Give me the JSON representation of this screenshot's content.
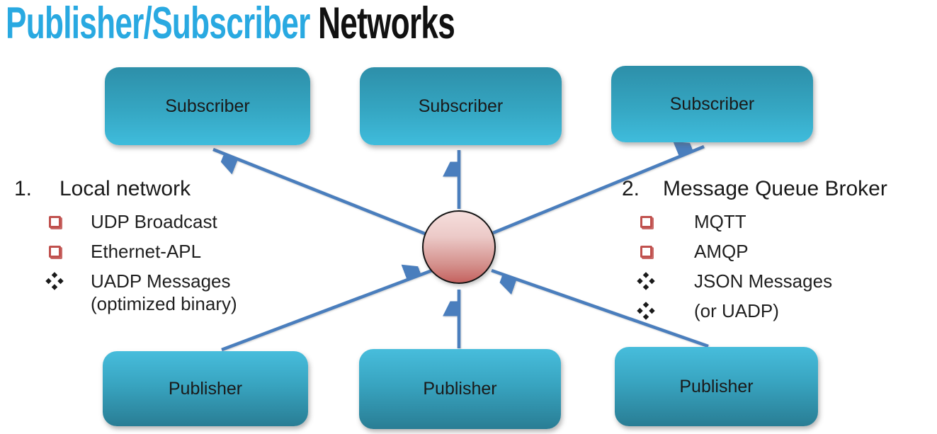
{
  "title": {
    "highlight": "Publisher/Subscriber ",
    "rest": "Networks"
  },
  "colors": {
    "title_highlight": "#29a9e1",
    "title_rest": "#111111",
    "subscriber_gradient_top": "#2d8fa9",
    "subscriber_gradient_bottom": "#3fbcdc",
    "publisher_gradient_top": "#47bddc",
    "publisher_gradient_bottom": "#297d94",
    "arrow": "#4a7ebd",
    "hub_gradient_top": "#f5dedc",
    "hub_gradient_bottom": "#c5625f",
    "square_bullet": "#c0504d",
    "diamond_bullet": "#1a1a1a"
  },
  "nodes": {
    "subscribers": [
      "Subscriber",
      "Subscriber",
      "Subscriber"
    ],
    "publishers": [
      "Publisher",
      "Publisher",
      "Publisher"
    ],
    "hub": "message-broker-circle"
  },
  "lists": {
    "left": {
      "number": "1.",
      "title": "Local network",
      "items": [
        {
          "marker": "square",
          "text": "UDP Broadcast"
        },
        {
          "marker": "square",
          "text": "Ethernet-APL"
        },
        {
          "marker": "diamond",
          "text": "UADP Messages"
        },
        {
          "marker": "none",
          "text": "(optimized binary)"
        }
      ]
    },
    "right": {
      "number": "2.",
      "title": "Message Queue Broker",
      "items": [
        {
          "marker": "square",
          "text": "MQTT"
        },
        {
          "marker": "square",
          "text": "AMQP"
        },
        {
          "marker": "diamond",
          "text": "JSON Messages"
        },
        {
          "marker": "diamond",
          "text": "(or UADP)"
        }
      ]
    }
  }
}
